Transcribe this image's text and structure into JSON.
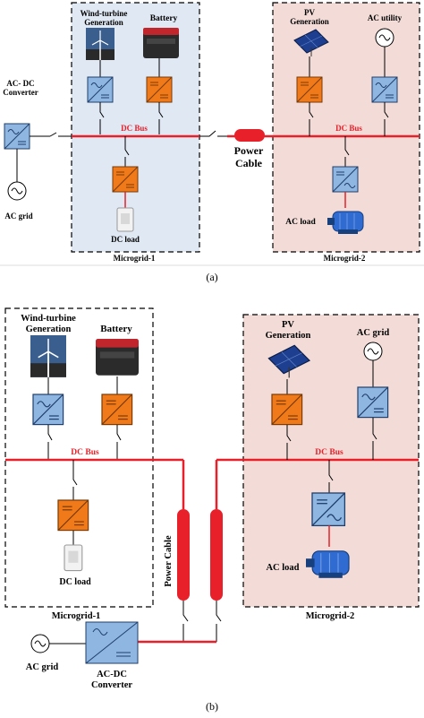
{
  "colors": {
    "bus": "#e8202a",
    "mg1_fill": "#dfe8f3",
    "mg2_fill": "#f3dcd8",
    "dcdc_converter": "#f07a1a",
    "acdc_converter": "#8fb6e0"
  },
  "a": {
    "mg1_gen_wind": "Wind-turbine Generation",
    "mg1_gen_wind_l1": "Wind-turbine",
    "mg1_gen_wind_l2": "Generation",
    "battery": "Battery",
    "dc_bus_1": "DC Bus",
    "dc_load": "DC load",
    "microgrid_1": "Microgrid-1",
    "acdc_conv_l1": "AC- DC",
    "acdc_conv_l2": "Converter",
    "ac_grid": "AC grid",
    "power_cable_l1": "Power",
    "power_cable_l2": "Cable",
    "pv_l1": "PV",
    "pv_l2": "Generation",
    "ac_utility": "AC utility",
    "dc_bus_2": "DC Bus",
    "ac_load": "AC load",
    "microgrid_2": "Microgrid-2",
    "caption": "(a)"
  },
  "b": {
    "wind_l1": "Wind-turbine",
    "wind_l2": "Generation",
    "battery": "Battery",
    "dc_bus_1": "DC Bus",
    "dc_load": "DC load",
    "microgrid_1": "Microgrid-1",
    "pv_l1": "PV",
    "pv_l2": "Generation",
    "ac_grid_top": "AC grid",
    "dc_bus_2": "DC Bus",
    "ac_load": "AC load",
    "microgrid_2": "Microgrid-2",
    "power_cable": "Power Cable",
    "ac_grid": "AC grid",
    "acdc_l1": "AC-DC",
    "acdc_l2": "Converter",
    "caption": "(b)"
  }
}
